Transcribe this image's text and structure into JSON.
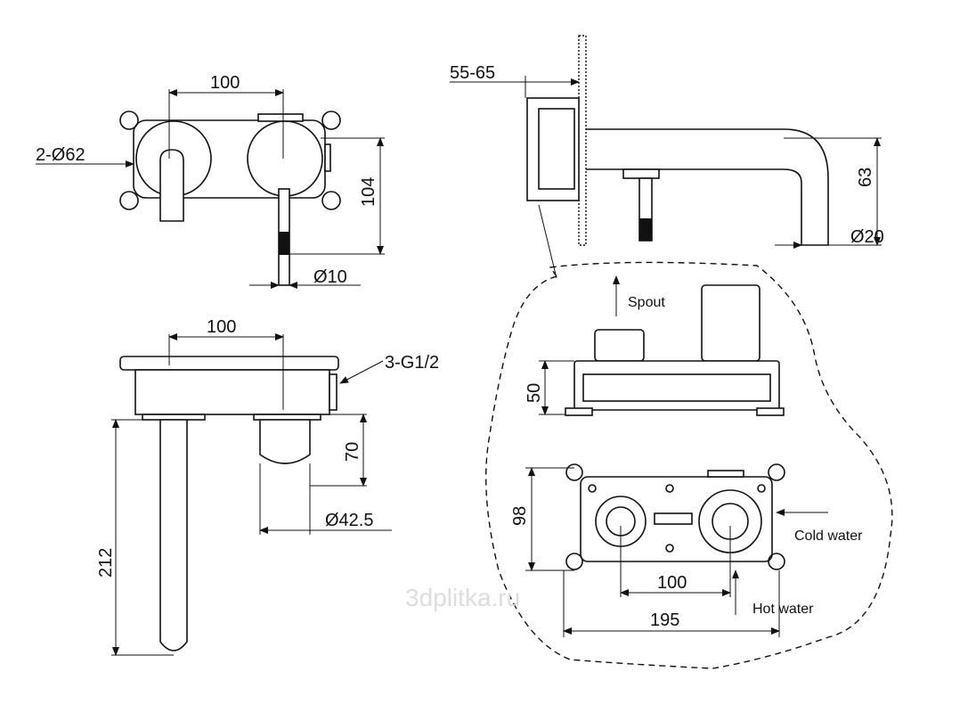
{
  "front_view": {
    "width_dim": "100",
    "bore_dim": "2-Ø62",
    "height_dim": "104",
    "handle_dim": "Ø10"
  },
  "side_view": {
    "wall_dim": "55-65",
    "spout_height_dim": "63",
    "spout_dia_dim": "Ø20"
  },
  "top_view": {
    "width_dim": "100",
    "thread_dim": "3-G1/2",
    "valve_height_dim": "70",
    "valve_dia_dim": "Ø42.5",
    "spout_length_dim": "212"
  },
  "detail": {
    "spout_label": "Spout",
    "depth_dim": "50",
    "height_dim": "98",
    "cold_label": "Cold water",
    "centers_dim": "100",
    "hot_label": "Hot water",
    "width_dim": "195"
  },
  "watermark": "3dplitka.ru"
}
